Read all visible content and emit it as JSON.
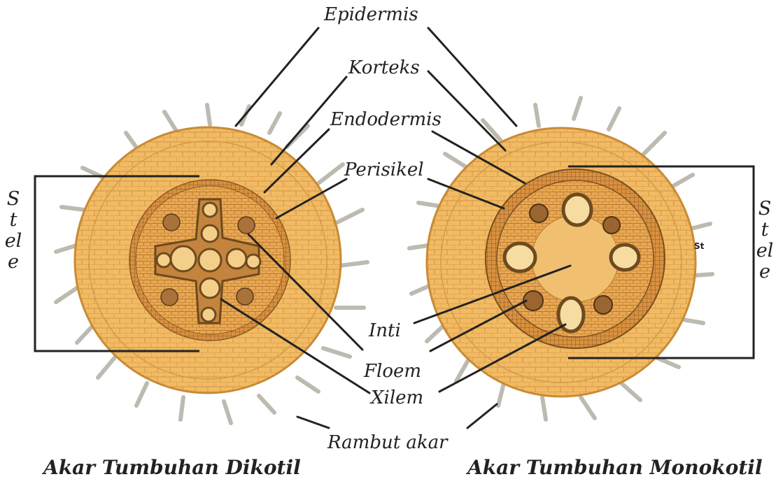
{
  "labels": {
    "epidermis": "Epidermis",
    "korteks": "Korteks",
    "endodermis": "Endodermis",
    "perisikel": "Perisikel",
    "inti": "Inti",
    "floem": "Floem",
    "xilem": "Xilem",
    "rambut_akar": "Rambut akar",
    "stele_left": "Stele",
    "stele_right": "Stele",
    "stele_fragment": "St"
  },
  "captions": {
    "dikotil": "Akar Tumbuhan Dikotil",
    "monokotil": "Akar Tumbuhan Monokotil"
  },
  "colors": {
    "cortex": "#f0b65a",
    "cortex_light": "#f6c878",
    "cell_line": "#c98a35",
    "stele": "#e4a14a",
    "vascular": "#b0743a",
    "line": "#222222",
    "hair": "#bdbab0"
  }
}
